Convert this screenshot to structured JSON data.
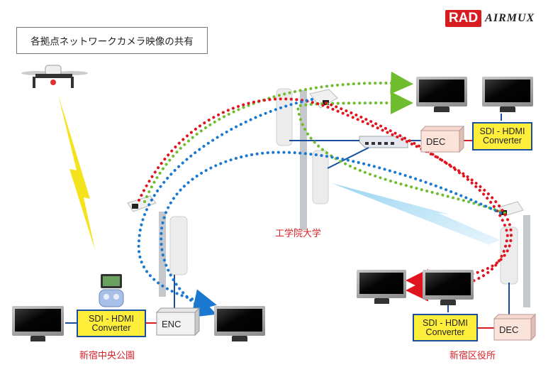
{
  "title": "各拠点ネットワークカメラ映像の共有",
  "logo": {
    "brand": "RAD",
    "product": "AIRMUX",
    "brand_color": "#d81d22"
  },
  "sites": {
    "left": "新宿中央公園",
    "center": "工学院大学",
    "right": "新宿区役所"
  },
  "devices": {
    "converter_line1": "SDI - HDMI",
    "converter_line2": "Converter",
    "encoder": "ENC",
    "decoder": "DEC"
  },
  "colors": {
    "red_stream": "#e0141e",
    "green_stream": "#6fbd2e",
    "blue_stream": "#1a78d0",
    "cable": "#1a4fa0",
    "sdi_cable": "#d81d22",
    "converter_fill": "#ffee3a",
    "site_label": "#d9232a"
  }
}
